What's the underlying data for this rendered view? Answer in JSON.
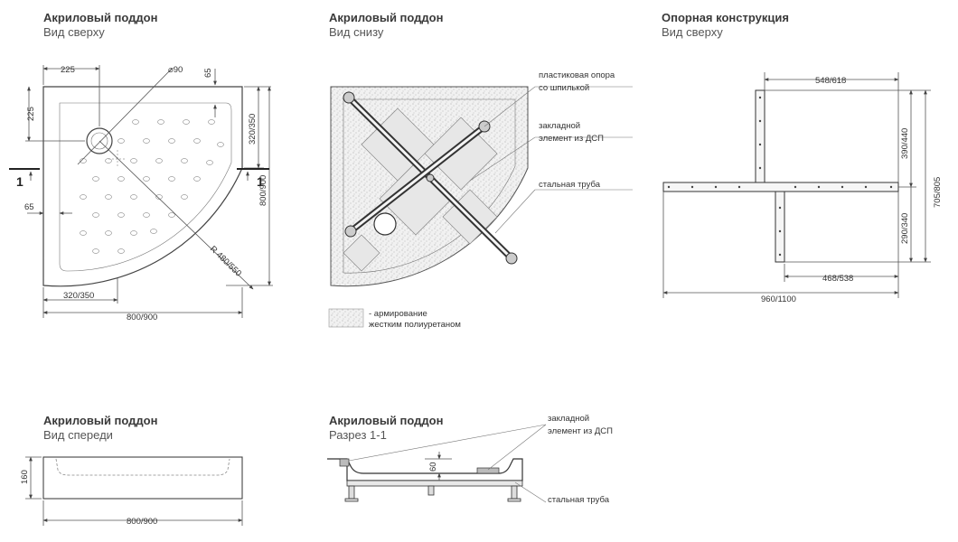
{
  "panels": {
    "top_view": {
      "title": "Акриловый поддон",
      "subtitle": "Вид сверху",
      "dims": {
        "top_225": "225",
        "drain_dia": "⌀90",
        "top_65": "65",
        "left_225": "225",
        "right_320": "320/350",
        "right_800": "800/900",
        "left_65": "65",
        "radius": "R 480/550",
        "bottom_320": "320/350",
        "bottom_800": "800/900"
      },
      "section_mark_left": "1",
      "section_mark_right": "1"
    },
    "bottom_view": {
      "title": "Акриловый поддон",
      "subtitle": "Вид снизу",
      "callouts": {
        "support": "пластиковая опора\nсо шпилькой",
        "support_l1": "пластиковая опора",
        "support_l2": "со шпилькой",
        "insert_l1": "закладной",
        "insert_l2": "элемент из ДСП",
        "pipe": "стальная труба"
      },
      "legend_l1": "- армирование",
      "legend_l2": "жестким полиуретаном"
    },
    "frame_view": {
      "title": "Опорная конструкция",
      "subtitle": "Вид сверху",
      "dims": {
        "top_548": "548/618",
        "right_390": "390/440",
        "right_705": "705/805",
        "right_290": "290/340",
        "bottom_468": "468/538",
        "bottom_960": "960/1100"
      }
    },
    "front_view": {
      "title": "Акриловый поддон",
      "subtitle": "Вид спереди",
      "dims": {
        "height": "160",
        "width": "800/900"
      }
    },
    "section_view": {
      "title": "Акриловый поддон",
      "subtitle": "Разрез 1-1",
      "dims": {
        "depth": "60"
      },
      "callouts": {
        "insert_l1": "закладной",
        "insert_l2": "элемент из ДСП",
        "pipe": "стальная труба"
      }
    }
  }
}
